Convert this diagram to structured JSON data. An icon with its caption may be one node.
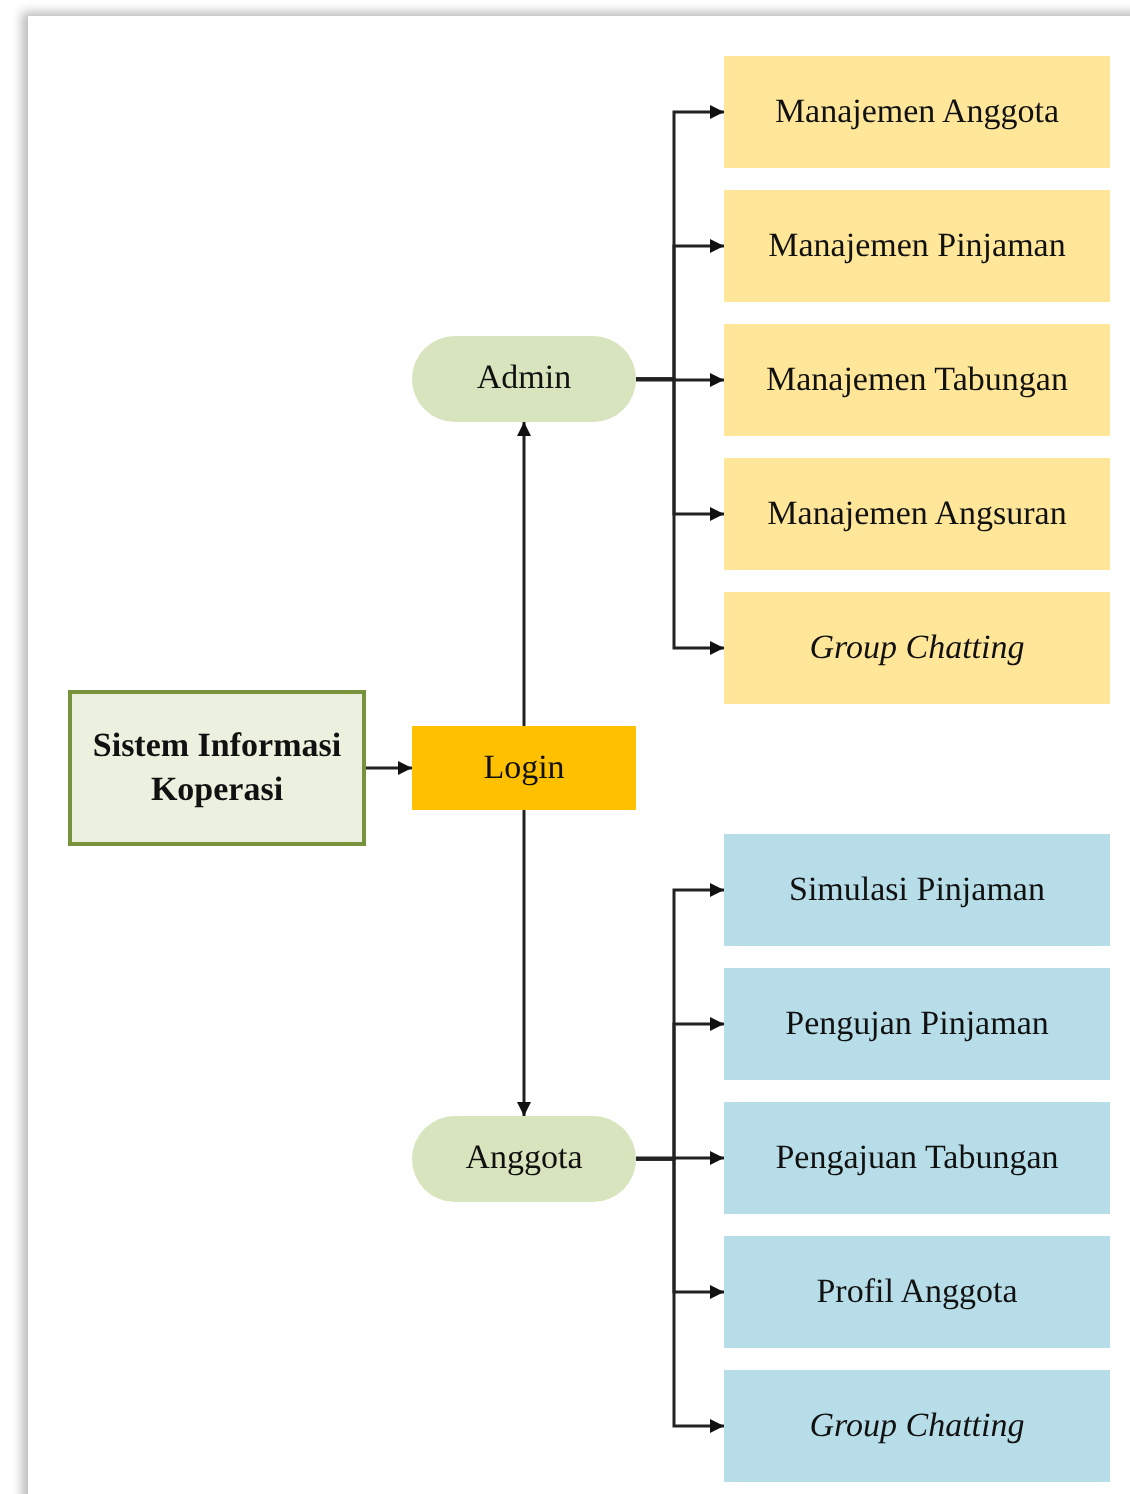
{
  "diagram": {
    "nodes": [
      {
        "text": [
          "Sistem Informasi Koperasi"
        ]
      },
      {
        "text": [
          "Login"
        ]
      },
      {
        "text": [
          "Admin"
        ]
      },
      {
        "text": [
          "Anggota"
        ]
      },
      {
        "text": [
          "Manajemen Anggota"
        ]
      },
      {
        "text": [
          "Manajemen Pinjaman"
        ]
      },
      {
        "text": [
          "Manajemen Tabungan"
        ]
      },
      {
        "text": [
          "Manajemen Angsuran"
        ]
      },
      {
        "text": [
          "Group Chatting"
        ]
      },
      {
        "text": [
          "Simulasi Pinjaman"
        ]
      },
      {
        "text": [
          "Pengujan Pinjaman"
        ]
      },
      {
        "text": [
          "Pengajuan Tabungan"
        ]
      },
      {
        "text": [
          "Profil Anggota"
        ]
      },
      {
        "text": [
          "Group Chatting"
        ]
      }
    ],
    "edges": [
      {
        "from": 0,
        "to": 1,
        "arrow": "to"
      },
      {
        "from": 1,
        "to": 2,
        "arrow": "to"
      },
      {
        "from": 1,
        "to": 3,
        "arrow": "to"
      },
      {
        "from": 2,
        "to": 4,
        "arrow": "to"
      },
      {
        "from": 2,
        "to": 5,
        "arrow": "to"
      },
      {
        "from": 2,
        "to": 6,
        "arrow": "to"
      },
      {
        "from": 2,
        "to": 7,
        "arrow": "to"
      },
      {
        "from": 2,
        "to": 8,
        "arrow": "to"
      },
      {
        "from": 3,
        "to": 9,
        "arrow": "to"
      },
      {
        "from": 3,
        "to": 10,
        "arrow": "to"
      },
      {
        "from": 3,
        "to": 11,
        "arrow": "to"
      },
      {
        "from": 3,
        "to": 12,
        "arrow": "to"
      },
      {
        "from": 3,
        "to": 13,
        "arrow": "to"
      }
    ]
  }
}
